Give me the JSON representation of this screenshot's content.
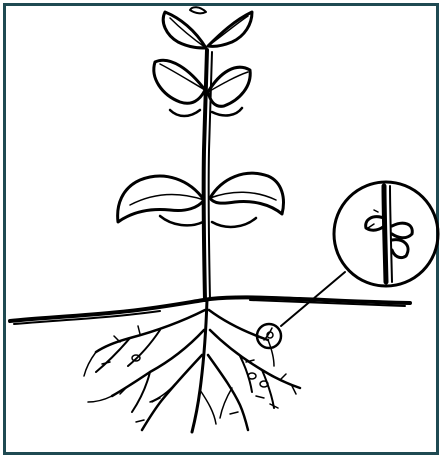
{
  "colors": {
    "background": "#ffffff",
    "border": "#1f4a52",
    "ink": "#000000"
  },
  "icons": {
    "plant": "plant-illustration",
    "magnifier": "magnified-root-nodule",
    "nodule": "root-nodule"
  }
}
